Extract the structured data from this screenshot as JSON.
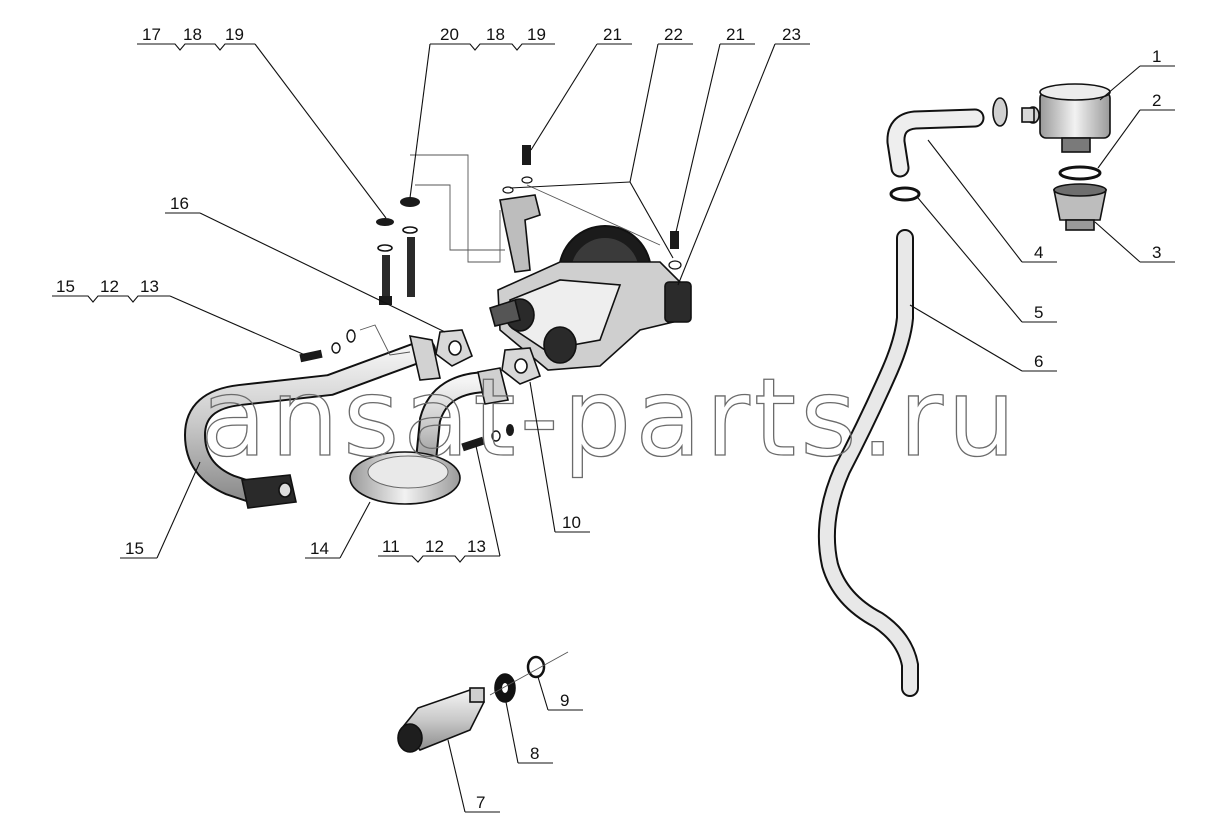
{
  "watermark": "ansat-parts.ru",
  "callouts": {
    "c1": "1",
    "c2": "2",
    "c3": "3",
    "c4": "4",
    "c5": "5",
    "c6": "6",
    "c7": "7",
    "c8": "8",
    "c9": "9",
    "c10": "10",
    "c14": "14",
    "c15": "15",
    "c16": "16",
    "c22": "22",
    "c23": "23",
    "c21a": "21",
    "c21b": "21",
    "g1a": "17",
    "g1b": "18",
    "g1c": "19",
    "g2a": "20",
    "g2b": "18",
    "g2c": "19",
    "g3a": "15",
    "g3b": "12",
    "g3c": "13",
    "g4a": "11",
    "g4b": "12",
    "g4c": "13"
  },
  "colors": {
    "line": "#111111",
    "metal_light": "#d9d9d9",
    "metal_dark": "#2a2a2a",
    "watermark": "#6b6b6b"
  }
}
